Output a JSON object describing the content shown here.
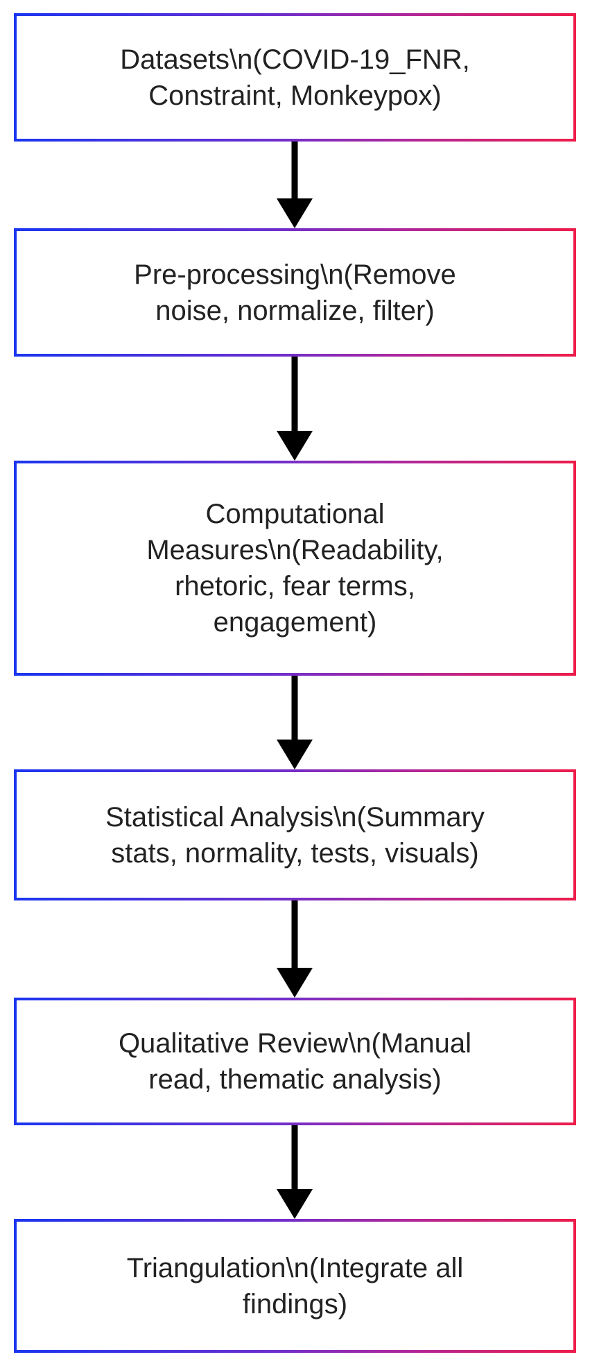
{
  "steps": [
    {
      "label": "Datasets\\n(COVID-19_FNR,\nConstraint, Monkeypox)"
    },
    {
      "label": "Pre-processing\\n(Remove\nnoise, normalize, filter)"
    },
    {
      "label": "Computational\nMeasures\\n(Readability,\nrhetoric, fear terms,\nengagement)"
    },
    {
      "label": "Statistical Analysis\\n(Summary\nstats, normality, tests, visuals)"
    },
    {
      "label": "Qualitative Review\\n(Manual\nread, thematic analysis)"
    },
    {
      "label": "Triangulation\\n(Integrate all\nfindings)"
    }
  ],
  "colors": {
    "border_gradient_start": "#1a35f0",
    "border_gradient_end": "#ee1c4a",
    "arrow": "#000000",
    "text": "#222222"
  }
}
